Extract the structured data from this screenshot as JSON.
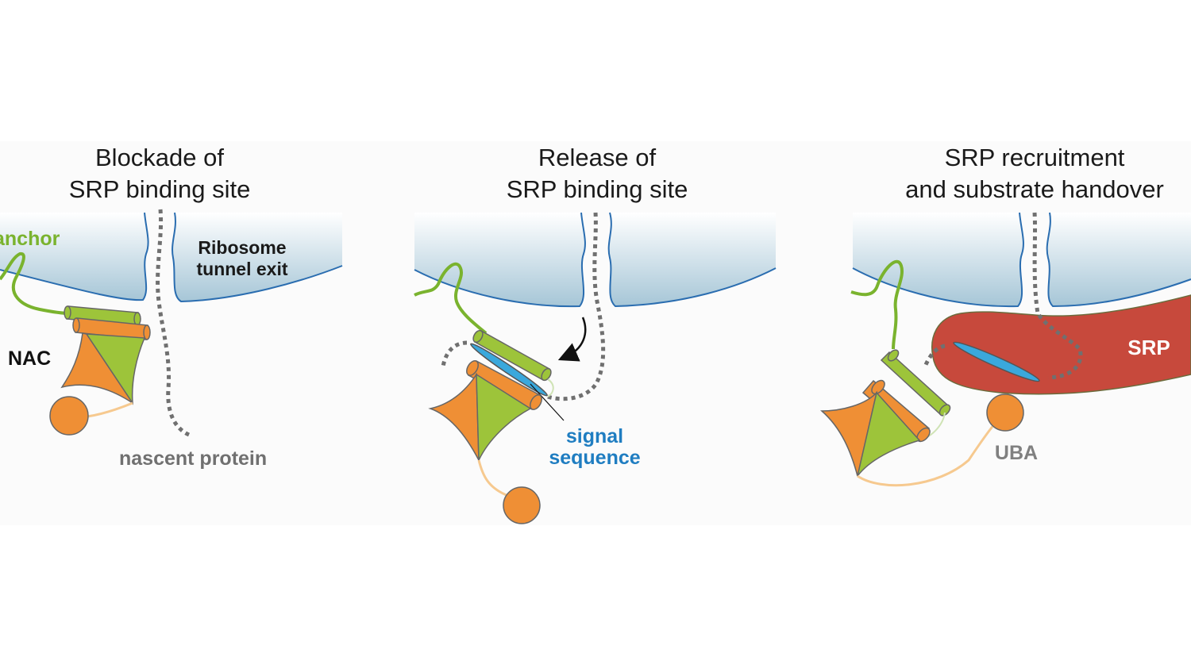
{
  "panels": [
    {
      "title_line1": "Blockade of",
      "title_line2": "SRP binding site",
      "labels": {
        "anchor": "anchor",
        "ribosome_line1": "Ribosome",
        "ribosome_line2": "tunnel exit",
        "nac": "NAC",
        "nascent": "nascent protein"
      }
    },
    {
      "title_line1": "Release of",
      "title_line2": "SRP binding site",
      "labels": {
        "signal_line1": "signal",
        "signal_line2": "sequence"
      }
    },
    {
      "title_line1": "SRP recruitment",
      "title_line2": "and substrate handover",
      "labels": {
        "srp": "SRP",
        "uba": "UBA"
      }
    }
  ],
  "colors": {
    "ribosome_top": "#ffffff",
    "ribosome_bottom": "#a9c8d8",
    "ribosome_outline": "#2a6db0",
    "anchor_green": "#7ab32e",
    "helix_green": "#9dc43a",
    "nac_orange": "#ef8f35",
    "uba_linker": "#f6c98f",
    "signal_blue": "#3aa8dc",
    "srp_red": "#c7493c",
    "nascent_gray": "#707070",
    "label_blue": "#1f7dc1"
  }
}
